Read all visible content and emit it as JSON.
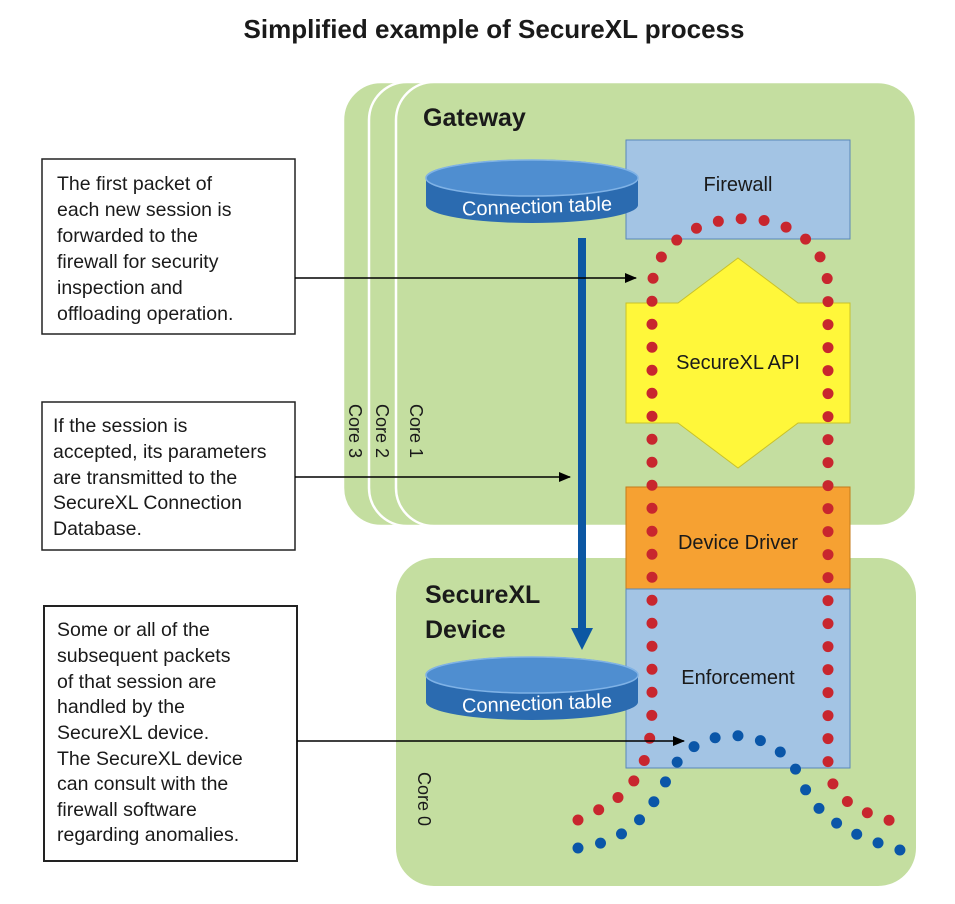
{
  "title": "Simplified example of SecureXL process",
  "gateway": {
    "label": "Gateway",
    "cores": [
      "Core 1",
      "Core 2",
      "Core 3"
    ]
  },
  "device": {
    "label_line1": "SecureXL",
    "label_line2": "Device",
    "core": "Core 0"
  },
  "blocks": {
    "firewall": "Firewall",
    "api": "SecureXL API",
    "driver": "Device Driver",
    "enforcement": "Enforcement"
  },
  "connection_table": "Connection table",
  "callouts": {
    "first": [
      "The first packet of",
      "each new session is",
      "forwarded to the",
      "firewall for security",
      "inspection and",
      "offloading operation."
    ],
    "second": [
      "If the session is",
      "accepted, its parameters",
      "are transmitted to the",
      "SecureXL Connection",
      "Database."
    ],
    "third": [
      "Some or all of the",
      "subsequent packets",
      "of that session are",
      "handled by the",
      "SecureXL device.",
      "The SecureXL device",
      "can consult with the",
      "firewall software",
      "regarding anomalies."
    ]
  },
  "colors": {
    "green_panel": "#c4dea0",
    "blue_block": "#a3c4e4",
    "yellow_api": "#fff73a",
    "orange_driver": "#f6a132",
    "db_blue": "#2b6bb0",
    "arrow_blue": "#0c57a3",
    "red_dots": "#c8262e",
    "blue_dots": "#0a56a8"
  }
}
